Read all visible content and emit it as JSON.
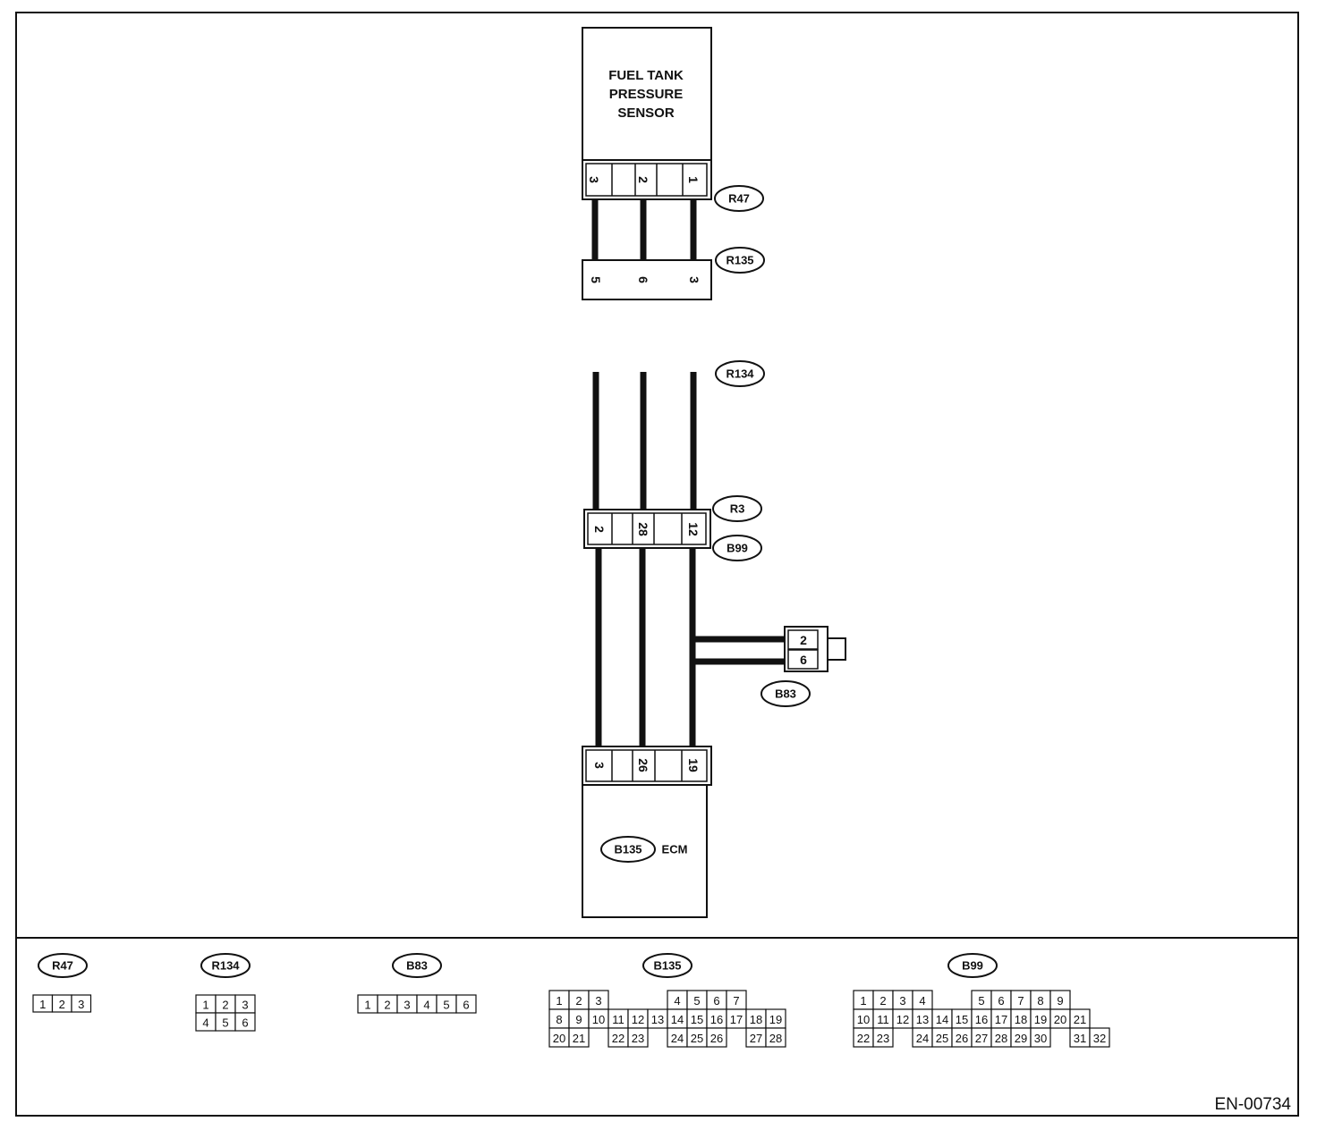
{
  "diagram": {
    "sensor": {
      "lines": [
        "FUEL TANK",
        "PRESSURE",
        "SENSOR"
      ],
      "connector": "R47",
      "pins": [
        "3",
        "2",
        "1"
      ]
    },
    "junction_1": {
      "connectors": [
        "R135",
        "R134"
      ],
      "pins": [
        "5",
        "6",
        "3"
      ]
    },
    "junction_2": {
      "connectors": [
        "R3",
        "B99"
      ],
      "pins": [
        "2",
        "28",
        "12"
      ]
    },
    "side_connector": {
      "name": "B83",
      "pins": [
        "2",
        "6"
      ]
    },
    "ecm": {
      "connector": "B135",
      "label": "ECM",
      "pins": [
        "3",
        "26",
        "19"
      ]
    }
  },
  "legend": [
    {
      "name": "R47",
      "rows": [
        [
          "1",
          "2",
          "3"
        ]
      ]
    },
    {
      "name": "R134",
      "rows": [
        [
          "1",
          "2",
          "3"
        ],
        [
          "4",
          "5",
          "6"
        ]
      ]
    },
    {
      "name": "B83",
      "rows": [
        [
          "1",
          "2",
          "3",
          "4",
          "5",
          "6"
        ]
      ]
    },
    {
      "name": "B135",
      "rows": [
        [
          "1",
          "2",
          "3",
          "",
          "",
          "",
          "4",
          "5",
          "6",
          "7"
        ],
        [
          "8",
          "9",
          "10",
          "11",
          "12",
          "13",
          "14",
          "15",
          "16",
          "17",
          "18",
          "19"
        ],
        [
          "20",
          "21",
          "",
          "22",
          "23",
          "",
          "24",
          "25",
          "26",
          "",
          "27",
          "28"
        ]
      ]
    },
    {
      "name": "B99",
      "rows": [
        [
          "1",
          "2",
          "3",
          "4",
          "",
          "",
          "5",
          "6",
          "7",
          "8",
          "9"
        ],
        [
          "10",
          "11",
          "12",
          "13",
          "14",
          "15",
          "16",
          "17",
          "18",
          "19",
          "20",
          "21"
        ],
        [
          "22",
          "23",
          "",
          "24",
          "25",
          "26",
          "27",
          "28",
          "29",
          "30",
          "",
          "31",
          "32"
        ]
      ]
    }
  ],
  "document_id": "EN-00734"
}
